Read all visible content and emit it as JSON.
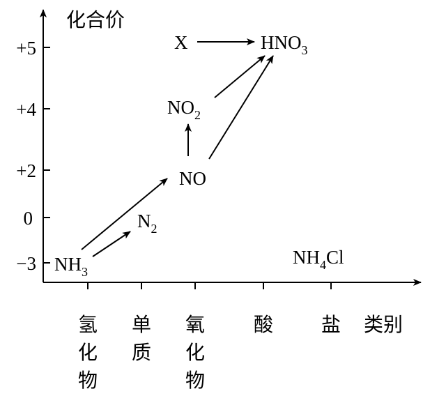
{
  "axes": {
    "y_title": "化合价",
    "x_title": "类别",
    "y_ticks": [
      "+5",
      "+4",
      "+2",
      "0",
      "−3"
    ],
    "x_categories": [
      [
        "氢",
        "化",
        "物"
      ],
      [
        "单",
        "质"
      ],
      [
        "氧",
        "化",
        "物"
      ],
      [
        "酸"
      ],
      [
        "盐"
      ]
    ]
  },
  "species": {
    "nh3": {
      "main": "NH",
      "sub": "3"
    },
    "n2": {
      "main": "N",
      "sub": "2"
    },
    "no": {
      "main": "NO"
    },
    "no2": {
      "main": "NO",
      "sub": "2"
    },
    "hno3": {
      "main": "HNO",
      "sub": "3"
    },
    "x": {
      "main": "X"
    },
    "nh4cl": {
      "main": "NH",
      "sub": "4",
      "tail": "Cl"
    }
  }
}
